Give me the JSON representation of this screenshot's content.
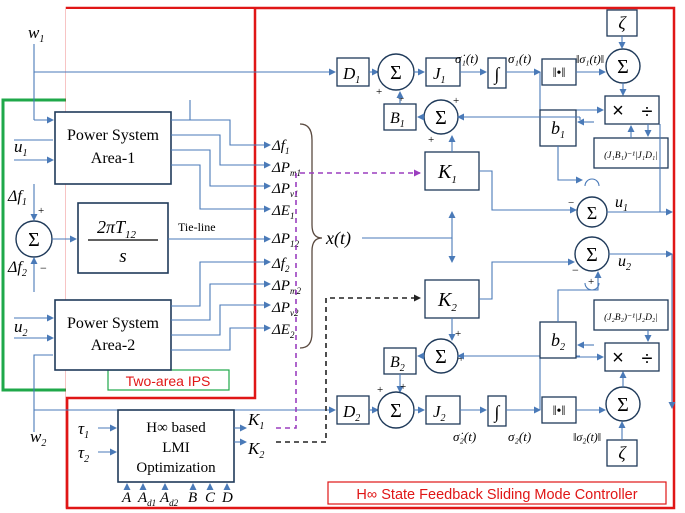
{
  "inputs": {
    "w1": "w",
    "w1_sub": "1",
    "u1": "u",
    "u1_sub": "1",
    "u2": "u",
    "u2_sub": "2",
    "w2": "w",
    "w2_sub": "2",
    "df1": "Δf",
    "df1_sub": "1",
    "df2": "Δf",
    "df2_sub": "2",
    "tau1": "τ",
    "tau1_sub": "1",
    "tau2": "τ",
    "tau2_sub": "2"
  },
  "blocks": {
    "area1_line1": "Power System",
    "area1_line2": "Area-1",
    "area2_line1": "Power System",
    "area2_line2": "Area-2",
    "tieline_num_main": "2πT",
    "tieline_num_sub": "12",
    "tieline_den": "s",
    "tieline_label": "Tie-line",
    "lmi_line1": "H∞ based",
    "lmi_line2": "LMI",
    "lmi_line3": "Optimization",
    "sum_symbol": "Σ",
    "integrator": "∫",
    "norm": "‖•‖",
    "zeta": "ζ",
    "mul": "×",
    "div": "÷"
  },
  "labels": {
    "two_area_ips": "Two-area IPS",
    "controller": "H∞ State Feedback Sliding Mode Controller",
    "x_of_t": "x(t)",
    "state_vars": [
      {
        "main": "Δf",
        "sub": "1"
      },
      {
        "main": "ΔP",
        "sub": "m1"
      },
      {
        "main": "ΔP",
        "sub": "v1"
      },
      {
        "main": "ΔE",
        "sub": "1"
      },
      {
        "main": "ΔP",
        "sub": "12"
      },
      {
        "main": "Δf",
        "sub": "2"
      },
      {
        "main": "ΔP",
        "sub": "m2"
      },
      {
        "main": "ΔP",
        "sub": "v2"
      },
      {
        "main": "ΔE",
        "sub": "2"
      }
    ],
    "lmi_matrices": [
      {
        "main": "A",
        "sub": ""
      },
      {
        "main": "A",
        "sub": "d1"
      },
      {
        "main": "A",
        "sub": "d2"
      },
      {
        "main": "B",
        "sub": ""
      },
      {
        "main": "C",
        "sub": ""
      },
      {
        "main": "D",
        "sub": ""
      }
    ],
    "K1": "K",
    "K1_sub": "1",
    "K2": "K",
    "K2_sub": "2",
    "D1": "D",
    "D1_sub": "1",
    "D2": "D",
    "D2_sub": "2",
    "J1": "J",
    "J1_sub": "1",
    "J2": "J",
    "J2_sub": "2",
    "B1": "B",
    "B1_sub": "1",
    "B2": "B",
    "B2_sub": "2",
    "b1": "b",
    "b1_sub": "1",
    "b2": "b",
    "b2_sub": "2",
    "sigma1": "σ₁(t)",
    "sigma1_dot": "σ̇₁(t)",
    "sigma2": "σ₂(t)",
    "sigma2_dot": "σ̇₂(t)",
    "sigma1_norm": "‖σ₁(t)‖",
    "sigma2_norm": "‖σ₂(t)‖",
    "gain1_expr": "(J₁B₁)⁻¹|J₁D₁|",
    "gain2_expr": "(J₂B₂)⁻¹|J₂D₂|"
  },
  "colors": {
    "signal_wire": "#4a7ab8",
    "block_border": "#1f3a5a",
    "ips_frame": "#1fa84a",
    "controller_frame": "#e01616",
    "caption_red": "#e01616",
    "dashed_k1": "#9b3fbf",
    "dashed_k2": "#222222"
  }
}
